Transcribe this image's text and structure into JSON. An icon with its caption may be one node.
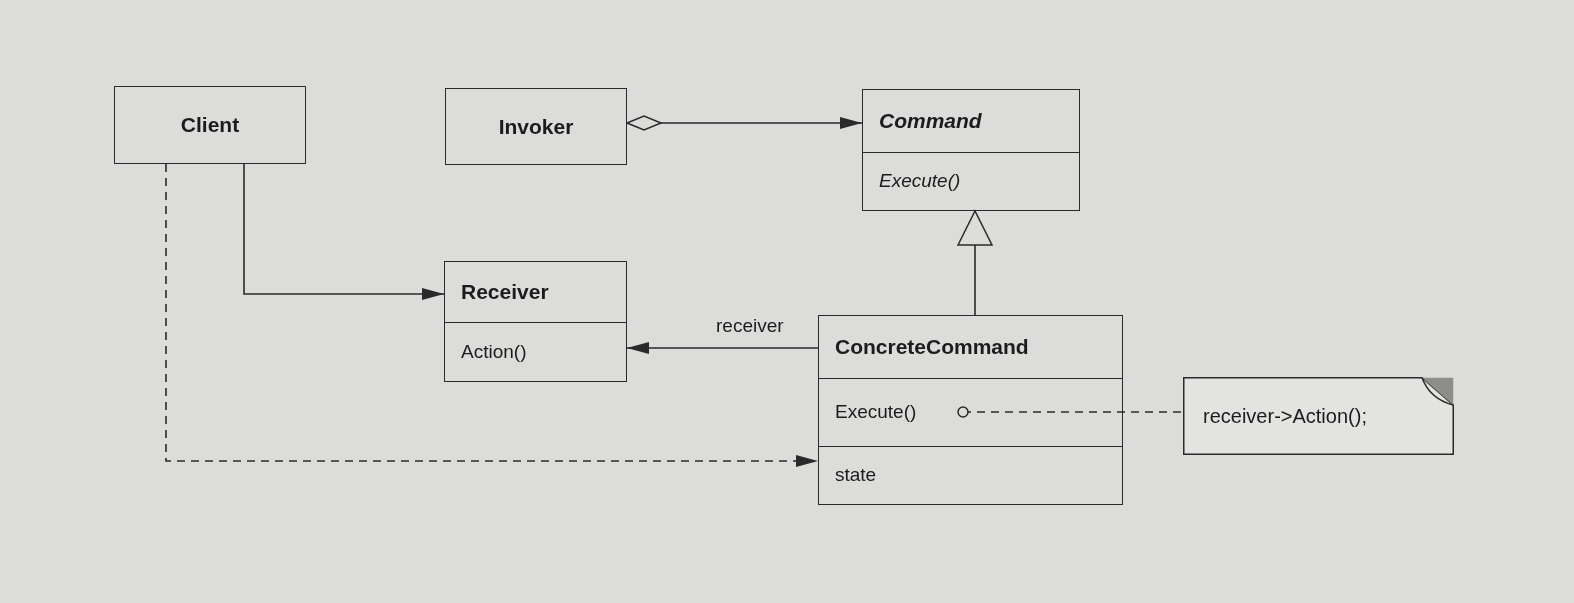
{
  "diagram": {
    "nodes": [
      {
        "text": [
          "Client"
        ]
      },
      {
        "text": [
          "Invoker"
        ]
      },
      {
        "text": [
          "Command",
          "Execute()"
        ]
      },
      {
        "text": [
          "Receiver",
          "Action()"
        ]
      },
      {
        "text": [
          "ConcreteCommand",
          "Execute()",
          "state"
        ]
      },
      {
        "text": [
          "receiver->Action();"
        ]
      }
    ],
    "edges": [
      {
        "from": 0,
        "to": 3,
        "arrow": "to"
      },
      {
        "from": 1,
        "to": 2,
        "arrow": "to"
      },
      {
        "from": 4,
        "to": 2,
        "arrow": "to"
      },
      {
        "from": 4,
        "to": 3,
        "arrow": "to",
        "label": "receiver"
      },
      {
        "from": 0,
        "to": 4,
        "arrow": "to",
        "style": "dashed"
      },
      {
        "from": 4,
        "to": 5,
        "arrow": "other",
        "style": "dashed"
      }
    ]
  }
}
